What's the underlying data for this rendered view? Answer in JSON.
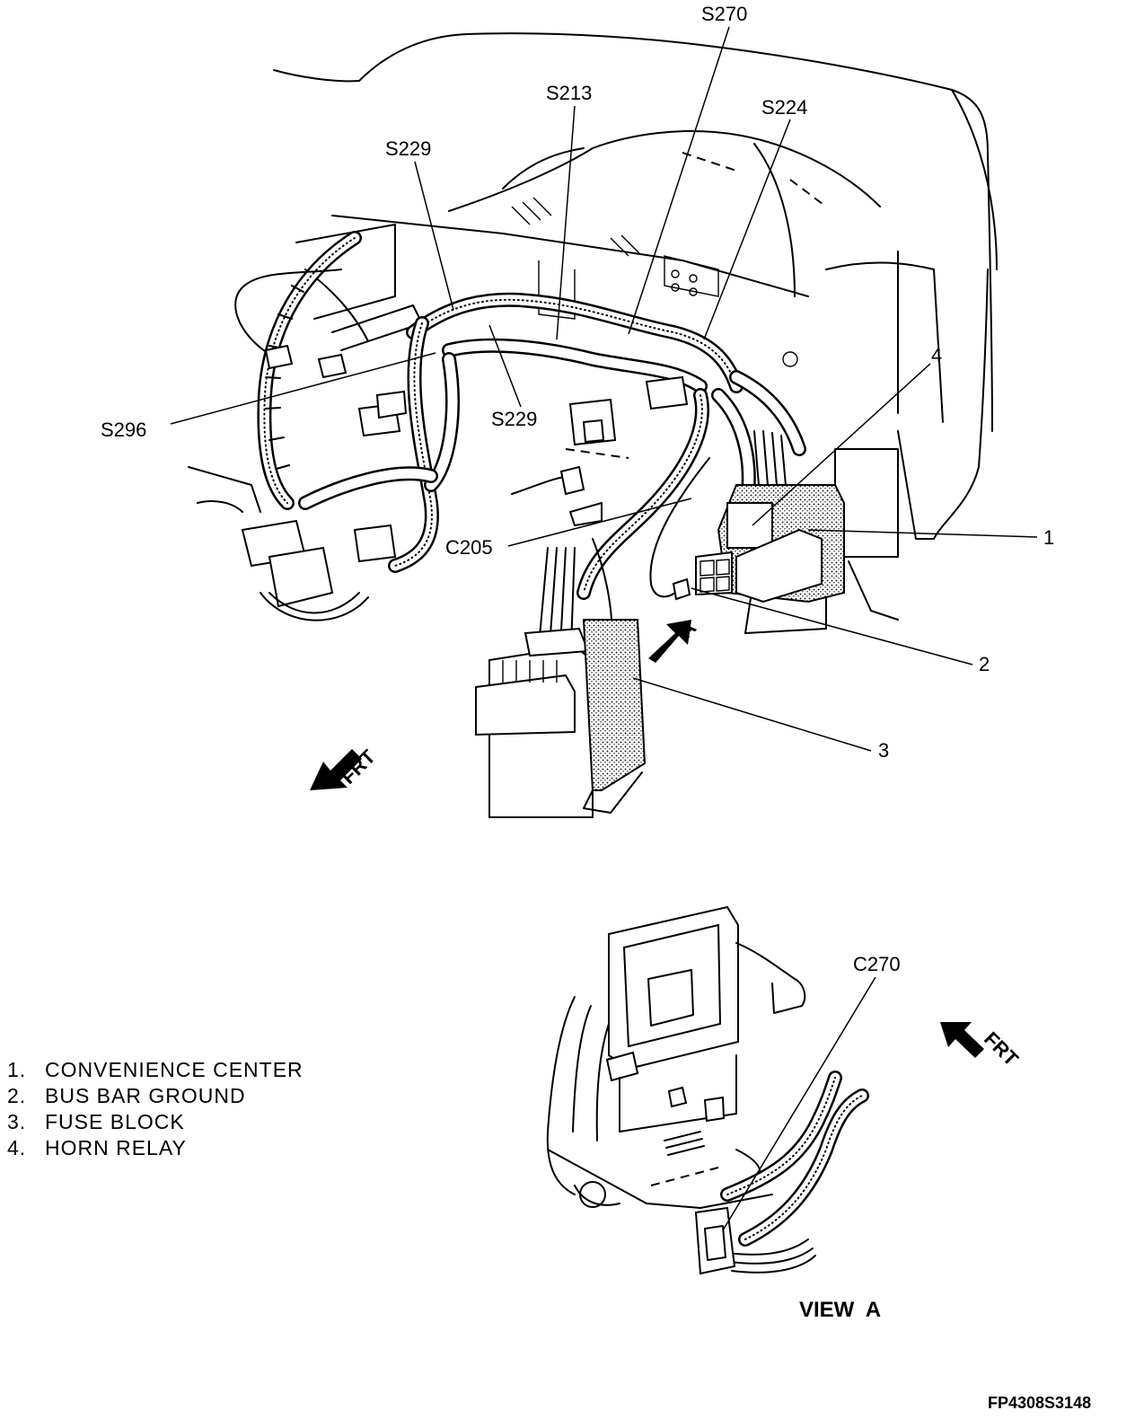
{
  "callouts": {
    "s270": "S270",
    "s213": "S213",
    "s224": "S224",
    "s229_top": "S229",
    "s229_mid": "S229",
    "s296": "S296",
    "c205": "C205",
    "c270": "C270",
    "n1": "1",
    "n2": "2",
    "n3": "3",
    "n4": "4"
  },
  "direction": {
    "frt_main": "FRT",
    "frt_view": "FRT",
    "view_arrow": "A"
  },
  "legend": [
    {
      "num": "1.",
      "text": "CONVENIENCE CENTER"
    },
    {
      "num": "2.",
      "text": "BUS BAR GROUND"
    },
    {
      "num": "3.",
      "text": "FUSE BLOCK"
    },
    {
      "num": "4.",
      "text": "HORN RELAY"
    }
  ],
  "view_title": "VIEW  A",
  "figure_code": "FP4308S3148"
}
